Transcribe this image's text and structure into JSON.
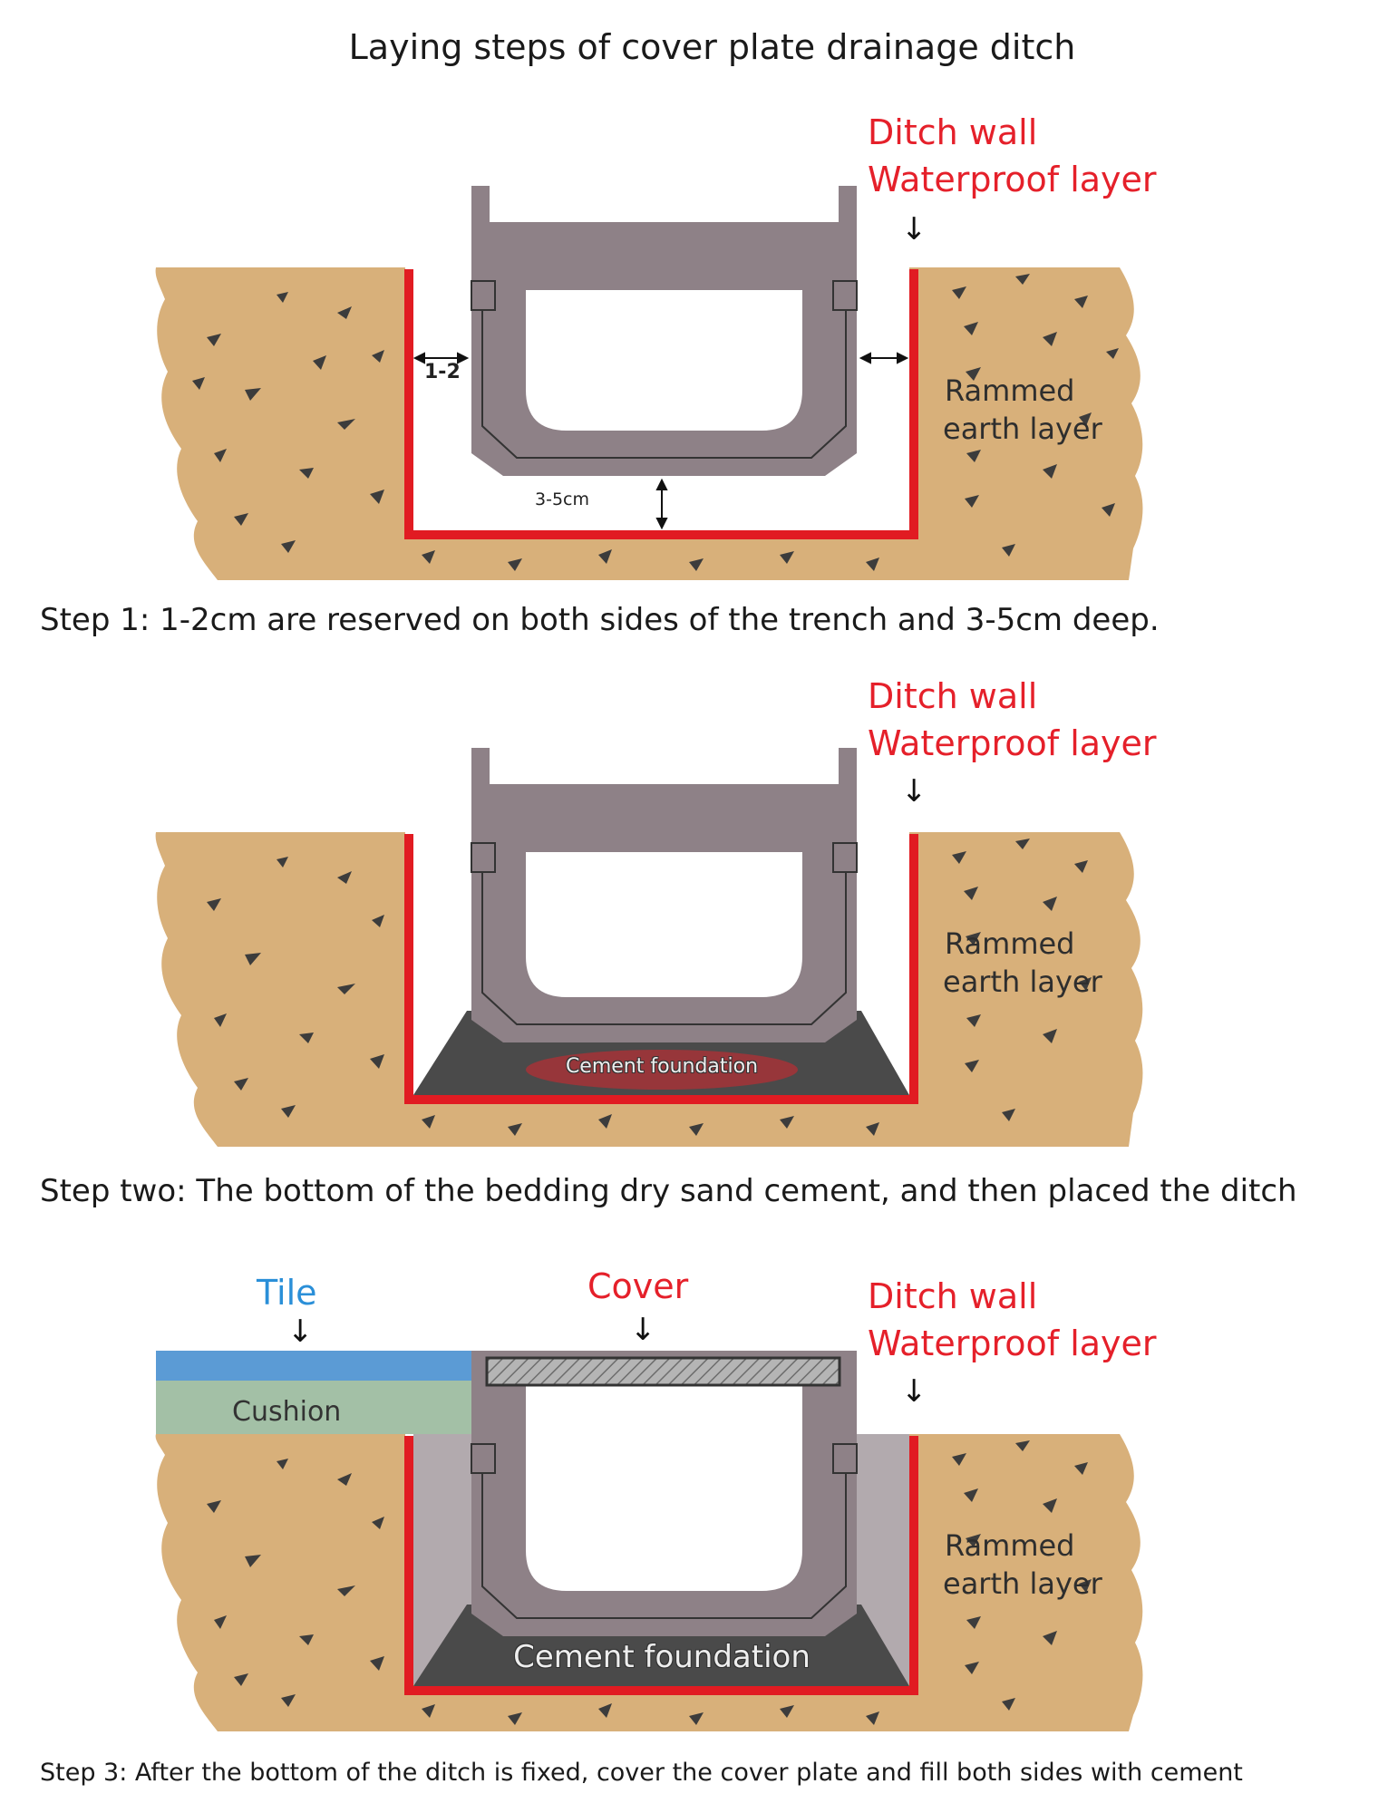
{
  "title": "Laying steps of cover plate drainage ditch",
  "colors": {
    "earth": "#d8b07a",
    "waterproof": "#e11b22",
    "channel": "#8e8187",
    "foundation": "#4a4a4a",
    "tile": "#5b9bd5",
    "cushion": "#a3c0a6"
  },
  "steps": [
    {
      "label_wall": "Ditch wall",
      "label_waterproof": "Waterproof layer",
      "label_earth_1": "Rammed",
      "label_earth_2": "earth layer",
      "dim_side": "1-2",
      "dim_depth": "3-5cm",
      "caption": "Step 1: 1-2cm are reserved on both sides of the trench and 3-5cm deep."
    },
    {
      "label_wall": "Ditch wall",
      "label_waterproof": "Waterproof layer",
      "label_earth_1": "Rammed",
      "label_earth_2": "earth layer",
      "foundation": "Cement foundation",
      "caption": "Step two: The bottom of the bedding dry sand cement, and then placed the ditch"
    },
    {
      "label_tile": "Tile",
      "label_cover": "Cover",
      "label_wall": "Ditch wall",
      "label_waterproof": "Waterproof layer",
      "label_cushion": "Cushion",
      "label_earth_1": "Rammed",
      "label_earth_2": "earth layer",
      "foundation": "Cement foundation",
      "caption": "Step 3: After the bottom of the ditch is fixed, cover the cover plate and fill both sides with cement"
    }
  ]
}
